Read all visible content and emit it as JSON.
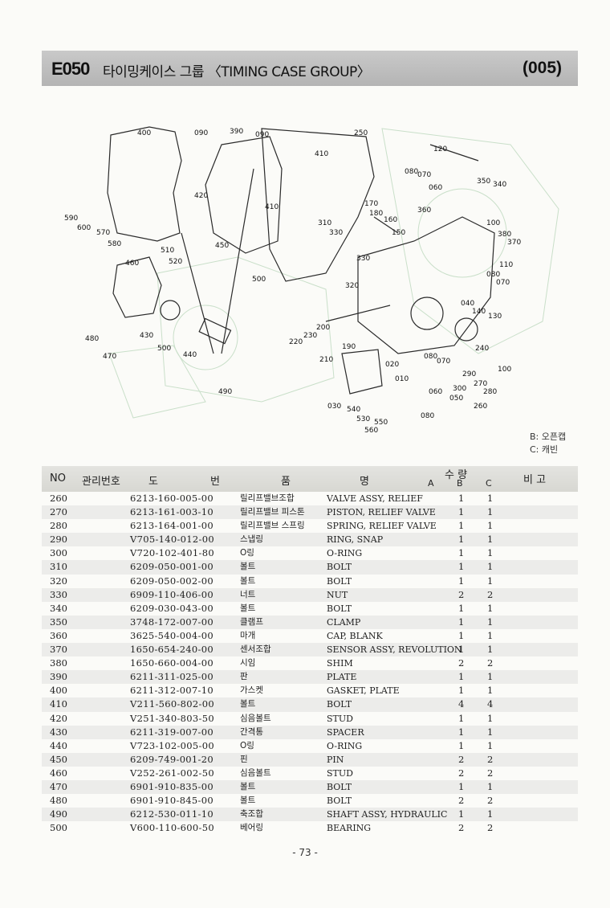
{
  "header": {
    "code": "E050",
    "title": "타이밍케이스 그룹 〈TIMING CASE GROUP〉",
    "page_code": "(005)"
  },
  "diagram": {
    "callouts": [
      "400",
      "090",
      "390",
      "090",
      "250",
      "120",
      "410",
      "420",
      "410",
      "080",
      "070",
      "060",
      "350",
      "340",
      "590",
      "600",
      "570",
      "580",
      "510",
      "520",
      "460",
      "450",
      "170",
      "180",
      "160",
      "150",
      "310",
      "330",
      "360",
      "100",
      "380",
      "370",
      "500",
      "330",
      "320",
      "110",
      "080",
      "070",
      "040",
      "140",
      "130",
      "480",
      "470",
      "430",
      "500",
      "440",
      "200",
      "230",
      "220",
      "190",
      "210",
      "020",
      "010",
      "080",
      "070",
      "240",
      "100",
      "290",
      "270",
      "280",
      "300",
      "060",
      "050",
      "260",
      "490",
      "030",
      "540",
      "530",
      "550",
      "560",
      "080"
    ]
  },
  "legend": {
    "b": "B: 오픈캡",
    "c": "C: 캐빈"
  },
  "table": {
    "headers": {
      "no": "NO",
      "mgmt": "관리번호",
      "do": "도",
      "beon": "번",
      "pum": "품",
      "myeong": "명",
      "qty": "수  량",
      "a": "A",
      "b": "B",
      "c": "C",
      "bigo": "비  고"
    },
    "rows": [
      {
        "no": "260",
        "part": "6213-160-005-00",
        "kr": "릴리프밸브조합",
        "en": "VALVE ASSY, RELIEF",
        "b": "1",
        "c": "1"
      },
      {
        "no": "270",
        "part": "6213-161-003-10",
        "kr": "릴리프밸브 피스톤",
        "en": "PISTON, RELIEF VALVE",
        "b": "1",
        "c": "1"
      },
      {
        "no": "280",
        "part": "6213-164-001-00",
        "kr": "릴리프밸브 스프링",
        "en": "SPRING, RELIEF VALVE",
        "b": "1",
        "c": "1"
      },
      {
        "no": "290",
        "part": "V705-140-012-00",
        "kr": "스냅링",
        "en": "RING, SNAP",
        "b": "1",
        "c": "1"
      },
      {
        "no": "300",
        "part": "V720-102-401-80",
        "kr": "O링",
        "en": "O-RING",
        "b": "1",
        "c": "1"
      },
      {
        "no": "310",
        "part": "6209-050-001-00",
        "kr": "볼트",
        "en": "BOLT",
        "b": "1",
        "c": "1"
      },
      {
        "no": "320",
        "part": "6209-050-002-00",
        "kr": "볼트",
        "en": "BOLT",
        "b": "1",
        "c": "1"
      },
      {
        "no": "330",
        "part": "6909-110-406-00",
        "kr": "너트",
        "en": "NUT",
        "b": "2",
        "c": "2"
      },
      {
        "no": "340",
        "part": "6209-030-043-00",
        "kr": "볼트",
        "en": "BOLT",
        "b": "1",
        "c": "1"
      },
      {
        "no": "350",
        "part": "3748-172-007-00",
        "kr": "클램프",
        "en": "CLAMP",
        "b": "1",
        "c": "1"
      },
      {
        "no": "360",
        "part": "3625-540-004-00",
        "kr": "마개",
        "en": "CAP, BLANK",
        "b": "1",
        "c": "1"
      },
      {
        "no": "370",
        "part": "1650-654-240-00",
        "kr": "센서조합",
        "en": "SENSOR ASSY, REVOLUTION",
        "b": "1",
        "c": "1"
      },
      {
        "no": "380",
        "part": "1650-660-004-00",
        "kr": "시임",
        "en": "SHIM",
        "b": "2",
        "c": "2"
      },
      {
        "no": "390",
        "part": "6211-311-025-00",
        "kr": "판",
        "en": "PLATE",
        "b": "1",
        "c": "1"
      },
      {
        "no": "400",
        "part": "6211-312-007-10",
        "kr": "가스켓",
        "en": "GASKET, PLATE",
        "b": "1",
        "c": "1"
      },
      {
        "no": "410",
        "part": "V211-560-802-00",
        "kr": "볼트",
        "en": "BOLT",
        "b": "4",
        "c": "4"
      },
      {
        "no": "420",
        "part": "V251-340-803-50",
        "kr": "심음볼트",
        "en": "STUD",
        "b": "1",
        "c": "1"
      },
      {
        "no": "430",
        "part": "6211-319-007-00",
        "kr": "간격통",
        "en": "SPACER",
        "b": "1",
        "c": "1"
      },
      {
        "no": "440",
        "part": "V723-102-005-00",
        "kr": "O링",
        "en": "O-RING",
        "b": "1",
        "c": "1"
      },
      {
        "no": "450",
        "part": "6209-749-001-20",
        "kr": "핀",
        "en": "PIN",
        "b": "2",
        "c": "2"
      },
      {
        "no": "460",
        "part": "V252-261-002-50",
        "kr": "심음볼트",
        "en": "STUD",
        "b": "2",
        "c": "2"
      },
      {
        "no": "470",
        "part": "6901-910-835-00",
        "kr": "볼트",
        "en": "BOLT",
        "b": "1",
        "c": "1"
      },
      {
        "no": "480",
        "part": "6901-910-845-00",
        "kr": "볼트",
        "en": "BOLT",
        "b": "2",
        "c": "2"
      },
      {
        "no": "490",
        "part": "6212-530-011-10",
        "kr": "축조합",
        "en": "SHAFT ASSY, HYDRAULIC",
        "b": "1",
        "c": "1"
      },
      {
        "no": "500",
        "part": "V600-110-600-50",
        "kr": "베어링",
        "en": "BEARING",
        "b": "2",
        "c": "2"
      }
    ]
  },
  "footer": {
    "page_number": "- 73 -"
  }
}
